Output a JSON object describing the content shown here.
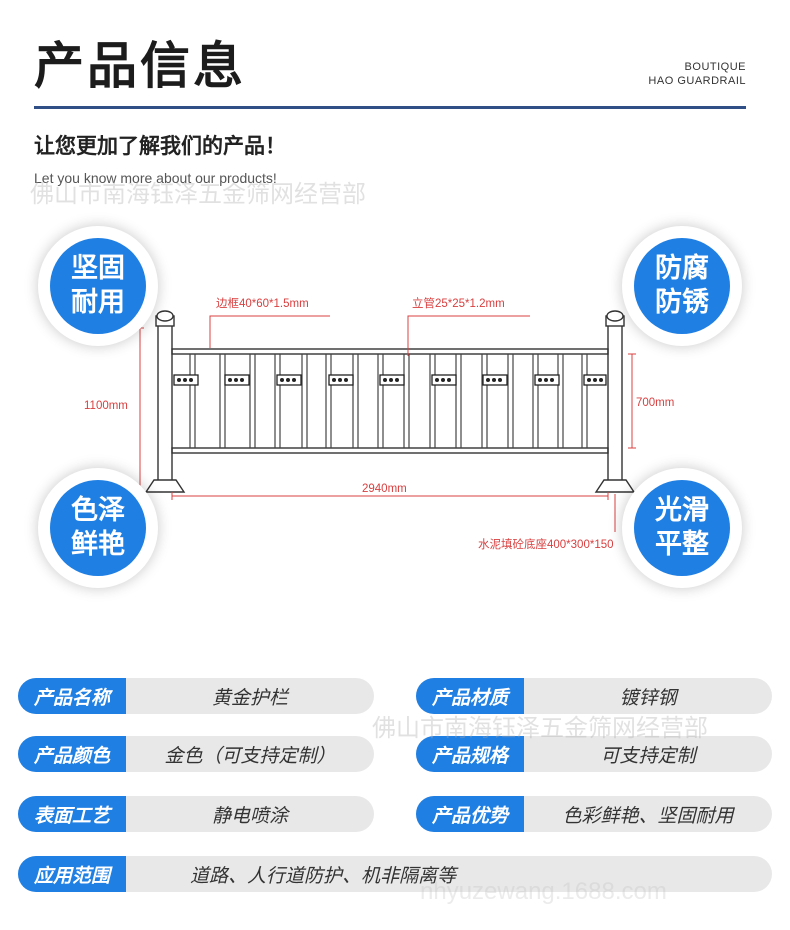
{
  "header": {
    "title": "产品信息",
    "brand_line1": "BOUTIQUE",
    "brand_line2": "HAO GUARDRAIL",
    "subtitle": "让您更加了解我们的产品！",
    "subtitle_en": "Let you know more about our products!"
  },
  "watermark": {
    "shop": "佛山市南海钰泽五金筛网经营部",
    "site": "nhyuzewang.1688.com"
  },
  "badges": {
    "top_left": [
      "坚固",
      "耐用"
    ],
    "top_right": [
      "防腐",
      "防锈"
    ],
    "bottom_left": [
      "色泽",
      "鲜艳"
    ],
    "bottom_right": [
      "光滑",
      "平整"
    ]
  },
  "diagram": {
    "frame_spec": "边框40*60*1.5mm",
    "pipe_spec": "立管25*25*1.2mm",
    "height_total": "1100mm",
    "height_panel": "700mm",
    "width": "2940mm",
    "base_spec": "水泥填砼底座400*300*150"
  },
  "specs": [
    {
      "label": "产品名称",
      "value": "黄金护栏"
    },
    {
      "label": "产品材质",
      "value": "镀锌钢"
    },
    {
      "label": "产品颜色",
      "value": "金色（可支持定制）"
    },
    {
      "label": "产品规格",
      "value": "可支持定制"
    },
    {
      "label": "表面工艺",
      "value": "静电喷涂"
    },
    {
      "label": "产品优势",
      "value": "色彩鲜艳、坚固耐用"
    },
    {
      "label": "应用范围",
      "value": "道路、人行道防护、机非隔离等"
    }
  ],
  "colors": {
    "accent": "#1f7fe3",
    "rule": "#2f4f86",
    "dimension": "#d84040",
    "pill": "#e8e8e8"
  }
}
